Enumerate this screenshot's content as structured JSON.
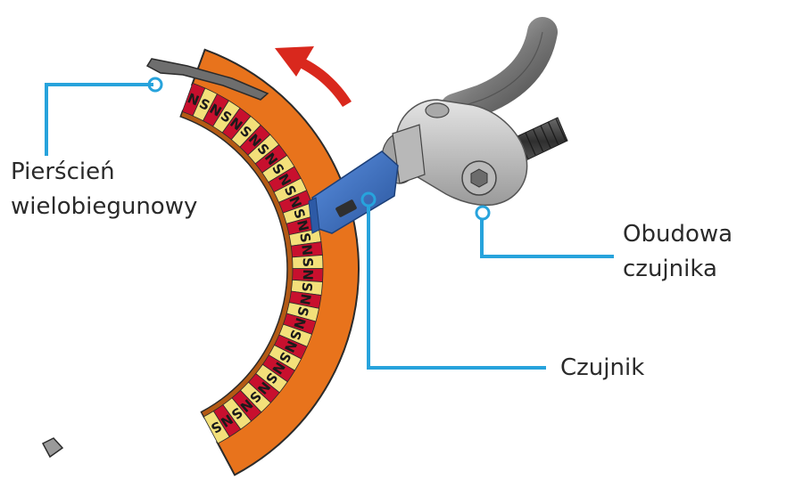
{
  "labels": {
    "ring": {
      "line1": "Pierścień",
      "line2": "wielobiegunowy"
    },
    "housing": {
      "line1": "Obudowa",
      "line2": "czujnika"
    },
    "sensor": {
      "line1": "Czujnik"
    }
  },
  "ring": {
    "magnet_letters": [
      "N",
      "S"
    ],
    "colors": {
      "outer": "#e8731c",
      "inner_rim": "#b45a14",
      "magnet_red": "#c8102e",
      "magnet_yellow": "#f3e07a",
      "edge": "#2b2b2b"
    }
  },
  "rotation_arrow": {
    "color": "#d9281d"
  },
  "callout_color": "#27a3dc",
  "sensor_colors": {
    "body": "#3f76c8",
    "body_dark": "#2c5ba3",
    "housing": "#c9c9c9",
    "housing_dark": "#8e8e8e",
    "cable": "#8a8a8a"
  }
}
